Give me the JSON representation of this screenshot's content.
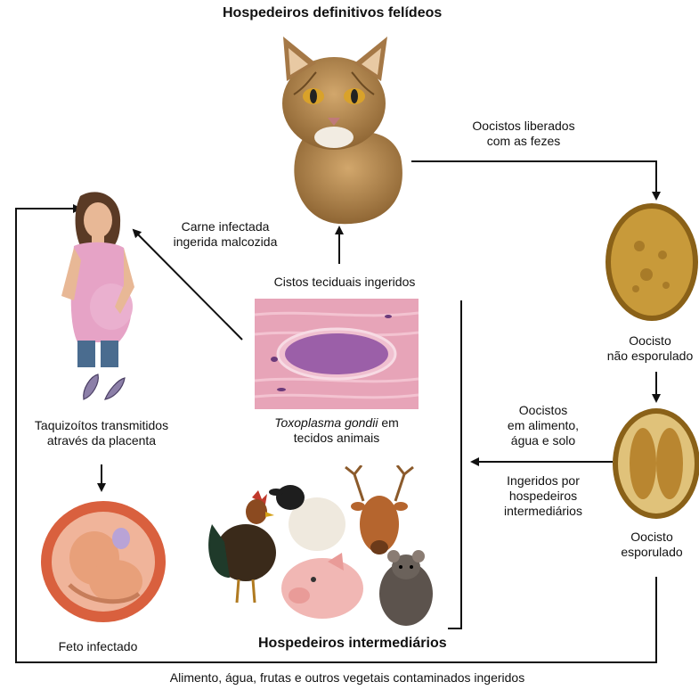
{
  "title_top": "Hospedeiros definitivos felídeos",
  "title_bottom": "Hospedeiros intermediários",
  "labels": {
    "oocysts_released_1": "Oocistos liberados",
    "oocysts_released_2": "com as fezes",
    "unsporulated_1": "Oocisto",
    "unsporulated_2": "não esporulado",
    "sporulated_1": "Oocisto",
    "sporulated_2": "esporulado",
    "oocysts_env_1": "Oocistos",
    "oocysts_env_2": "em alimento,",
    "oocysts_env_3": "água e solo",
    "ingested_1": "Ingeridos por",
    "ingested_2": "hospedeiros",
    "ingested_3": "intermediários",
    "tissue_cysts": "Cistos teciduais ingeridos",
    "meat_1": "Carne infectada",
    "meat_2": "ingerida malcozida",
    "toxo_italic": "Toxoplasma gondii",
    "toxo_rest": " em",
    "toxo_2": "tecidos animais",
    "tachy_1": "Taquizoítos transmitidos",
    "tachy_2": "através da placenta",
    "fetus": "Feto infectado",
    "bottom_caption": "Alimento, água, frutas e outros vegetais contaminados ingeridos"
  },
  "colors": {
    "arrow": "#111111",
    "oocyst_fill": "#c89a3a",
    "oocyst_rim": "#8a6118",
    "tissue_pink": "#e7a4b8",
    "cyst_purple": "#9b5fa8",
    "cat_fur": "#b88a52",
    "shirt_pink": "#e6a3c6",
    "jeans": "#4a6c8f",
    "fetus_skin": "#e8a07a"
  },
  "icons": [
    "cat-illustration",
    "pregnant-woman-illustration",
    "tachyzoite-icon",
    "fetus-illustration",
    "oocyst-unsporulated-icon",
    "oocyst-sporulated-icon",
    "tissue-cyst-illustration",
    "rooster-illustration",
    "sheep-illustration",
    "deer-illustration",
    "pig-illustration",
    "rat-illustration"
  ]
}
